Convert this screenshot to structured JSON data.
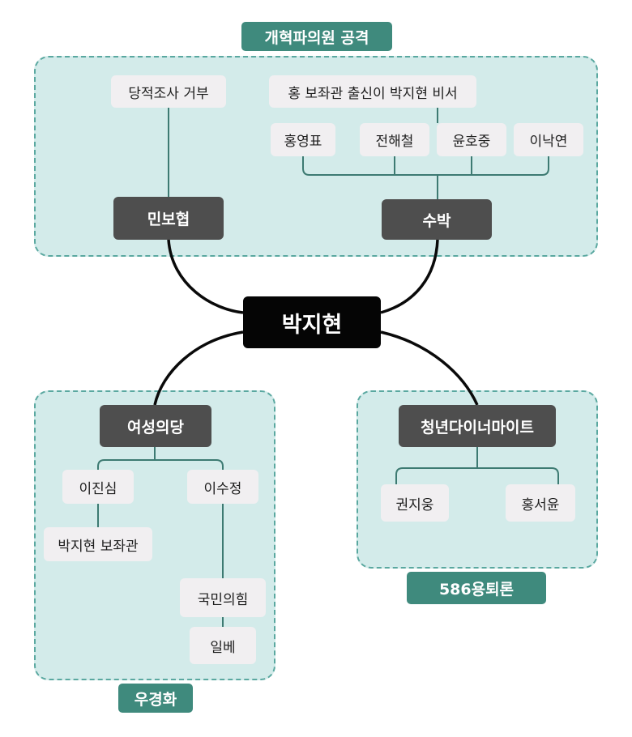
{
  "center": "박지현",
  "groups": {
    "reform": {
      "title": "개혁파의원 공격",
      "nodes": {
        "party_survey": "당적조사 거부",
        "aide_secretary": "홍 보좌관 출신이 박지현 비서",
        "hong_youngpyo": "홍영표",
        "jeon_haecheol": "전해철",
        "yun_hojung": "윤호중",
        "lee_nakyon": "이낙연",
        "minbohyup": "민보협",
        "subak": "수박"
      }
    },
    "woo": {
      "title": "우경화",
      "nodes": {
        "women_party": "여성의당",
        "lee_jinsim": "이진심",
        "lee_sujeong": "이수정",
        "aide": "박지현 보좌관",
        "ppp": "국민의힘",
        "ilbe": "일베"
      }
    },
    "youth": {
      "title": "586용퇴론",
      "nodes": {
        "dynamite": "청년다이너마이트",
        "kwon_jiwoong": "권지웅",
        "hong_seoyun": "홍서윤"
      }
    }
  },
  "colors": {
    "group_fill": "#d3ebea",
    "group_border": "#5aa8a0",
    "tag_fill": "#3f8a7d",
    "dark_node": "#4e4e4e",
    "light_node": "#f1eff1",
    "center_node": "#050505",
    "line": "#3d7a72",
    "curve": "#0a0a0a"
  }
}
